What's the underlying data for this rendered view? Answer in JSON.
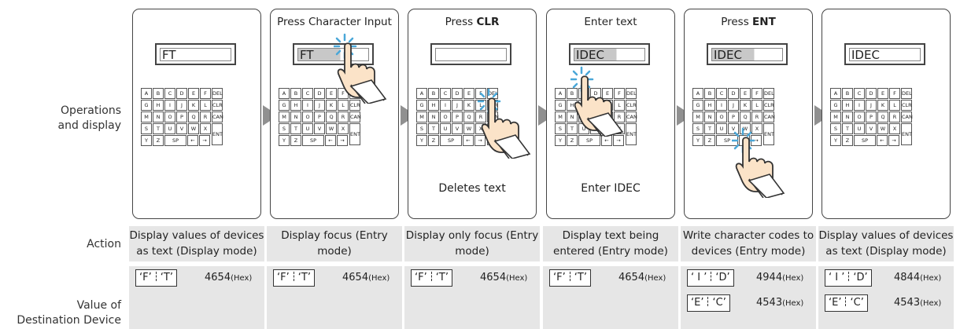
{
  "labels": {
    "operations": "Operations\nand display",
    "action": "Action",
    "value": "Value of\nDestination Device"
  },
  "keyboard": {
    "rows": [
      [
        "A",
        "B",
        "C",
        "D",
        "E",
        "F",
        "DEL"
      ],
      [
        "G",
        "H",
        "I",
        "J",
        "K",
        "L",
        "CLR"
      ],
      [
        "M",
        "N",
        "O",
        "P",
        "Q",
        "R",
        "CAN"
      ],
      [
        "S",
        "T",
        "U",
        "V",
        "W",
        "X",
        "ENT"
      ],
      [
        "Y",
        "Z",
        "SP",
        "←",
        "→"
      ]
    ]
  },
  "panels": [
    {
      "title": "",
      "title_bold": "",
      "text": "FT",
      "focus": false,
      "caption": ""
    },
    {
      "title": "Press Character Input",
      "title_bold": "",
      "text": "FT_",
      "focus": true,
      "caption": ""
    },
    {
      "title": "Press ",
      "title_bold": "CLR",
      "text": "_",
      "focus": false,
      "caption": "Deletes text"
    },
    {
      "title": "Enter text",
      "title_bold": "",
      "text": "IDEC_",
      "focus": true,
      "caption": "Enter IDEC"
    },
    {
      "title": "Press ",
      "title_bold": "ENT",
      "text": "IDEC_",
      "focus": true,
      "caption": ""
    },
    {
      "title": "",
      "title_bold": "",
      "text": "IDEC",
      "focus": false,
      "caption": ""
    }
  ],
  "actions": [
    "Display values of devices as text (Display mode)",
    "Display focus (Entry mode)",
    "Display only focus (Entry mode)",
    "Display text being entered (Entry mode)",
    "Write character codes to devices (Entry mode)",
    "Display values of devices as text (Display mode)"
  ],
  "values": [
    {
      "rows": [
        {
          "a": "‘F’",
          "b": "‘T’",
          "hex": "4654",
          "unit": "(Hex)"
        }
      ]
    },
    {
      "rows": [
        {
          "a": "‘F’",
          "b": "‘T’",
          "hex": "4654",
          "unit": "(Hex)"
        }
      ]
    },
    {
      "rows": [
        {
          "a": "‘F’",
          "b": "‘T’",
          "hex": "4654",
          "unit": "(Hex)"
        }
      ]
    },
    {
      "rows": [
        {
          "a": "‘F’",
          "b": "‘T’",
          "hex": "4654",
          "unit": "(Hex)"
        }
      ]
    },
    {
      "rows": [
        {
          "a": "‘ I ’",
          "b": "‘D’",
          "hex": "4944",
          "unit": "(Hex)"
        },
        {
          "a": "‘E’",
          "b": "‘C’",
          "hex": "4543",
          "unit": "(Hex)"
        }
      ]
    },
    {
      "rows": [
        {
          "a": "‘ I ’",
          "b": "‘D’",
          "hex": "4844",
          "unit": "(Hex)"
        },
        {
          "a": "‘E’",
          "b": "‘C’",
          "hex": "4543",
          "unit": "(Hex)"
        }
      ]
    }
  ],
  "colors": {
    "arrow": "#909090",
    "cell_bg": "#e6e6e6",
    "hand_fill": "#fbe3c8",
    "press_burst": "#4aa7d8"
  }
}
